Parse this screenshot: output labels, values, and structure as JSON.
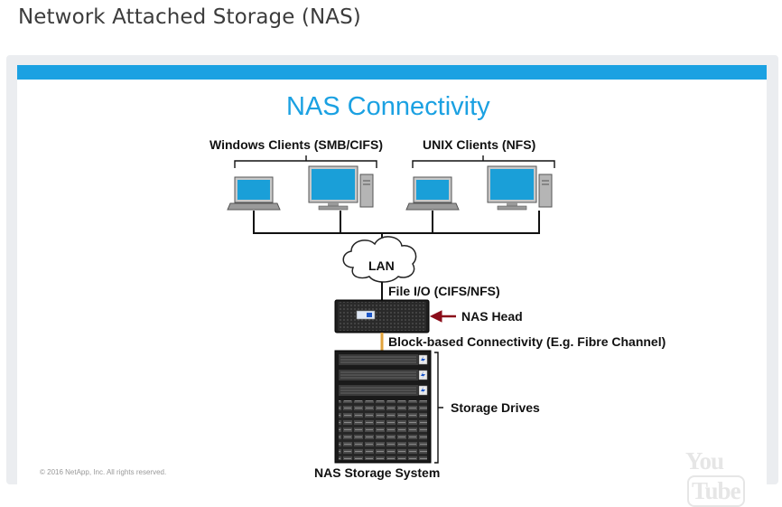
{
  "page": {
    "title": "Network Attached Storage (NAS)"
  },
  "slide": {
    "title": "NAS Connectivity",
    "windows_label": "Windows Clients (SMB/CIFS)",
    "unix_label": "UNIX Clients (NFS)",
    "lan_label": "LAN",
    "fileio_label": "File I/O (CIFS/NFS)",
    "nashead_label": "NAS Head",
    "block_label": "Block-based Connectivity (E.g. Fibre Channel)",
    "drives_label": "Storage Drives",
    "system_label": "NAS Storage System",
    "copyright": "© 2016 NetApp, Inc. All rights reserved.",
    "watermark": {
      "you": "You",
      "tube": "Tube"
    }
  },
  "colors": {
    "accent": "#1ba1e2",
    "arrow": "#8b0d1a",
    "block_line": "#e1a33c"
  }
}
